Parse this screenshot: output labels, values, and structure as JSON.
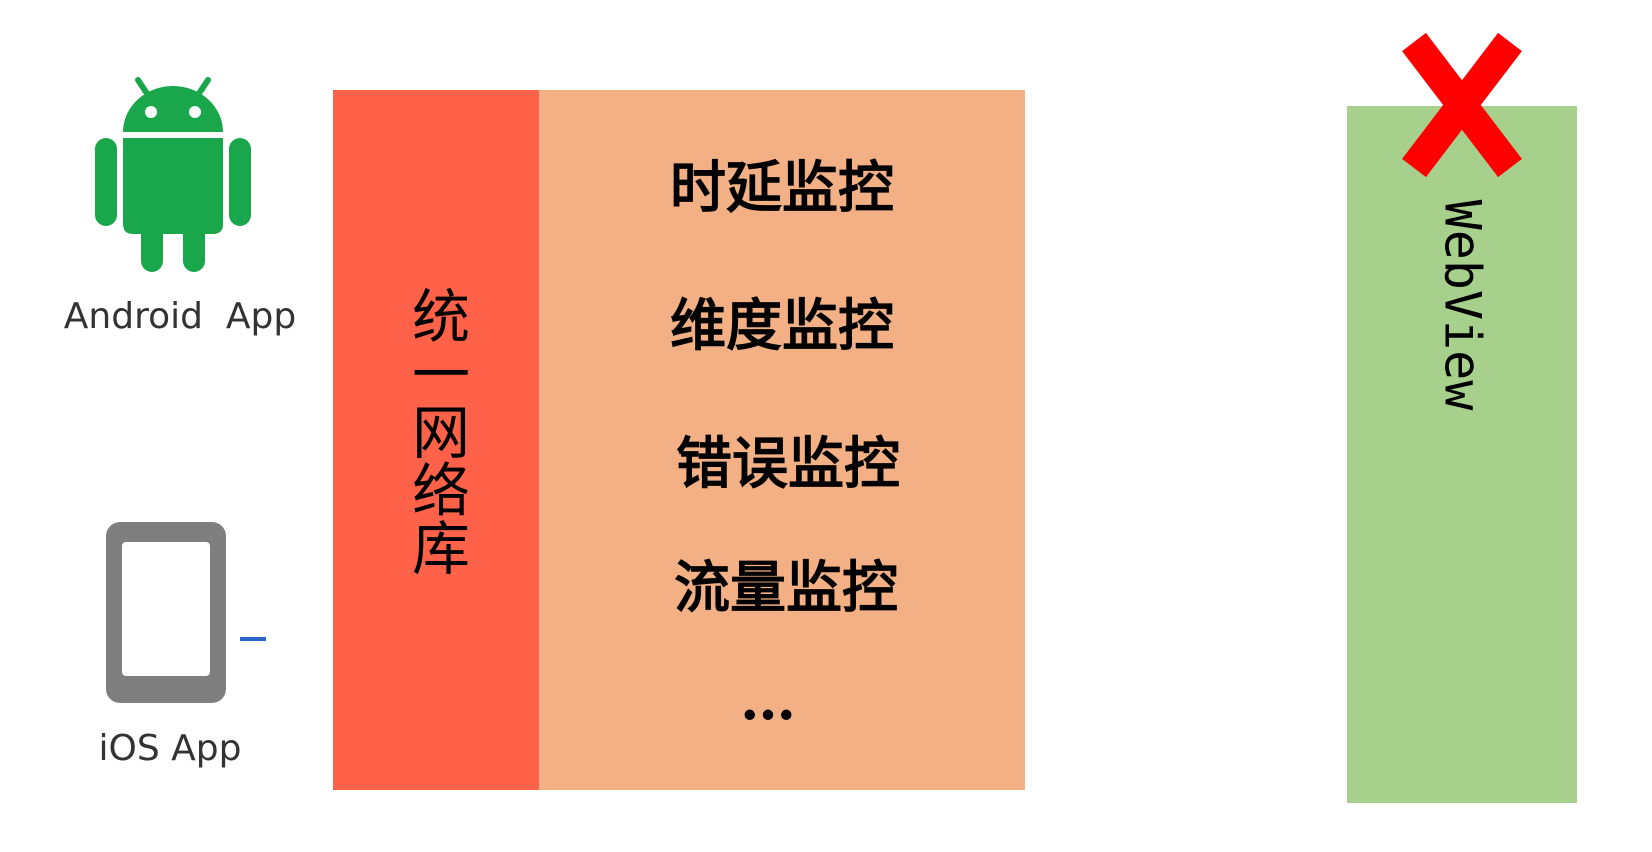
{
  "clients": {
    "android": {
      "label": "Android  App",
      "icon": "android-icon"
    },
    "ios": {
      "label": "iOS App",
      "icon": "phone-icon"
    }
  },
  "network_library": {
    "title": "统一网络库",
    "color": "#ff6249"
  },
  "monitoring": {
    "color": "#f3b084",
    "items": [
      "时延监控",
      "维度监控",
      "错误监控",
      "流量监控",
      "…"
    ]
  },
  "webview": {
    "label": "WebView",
    "color": "#a7d08c",
    "status_icon": "cross-icon",
    "status_color": "#ff0000"
  }
}
